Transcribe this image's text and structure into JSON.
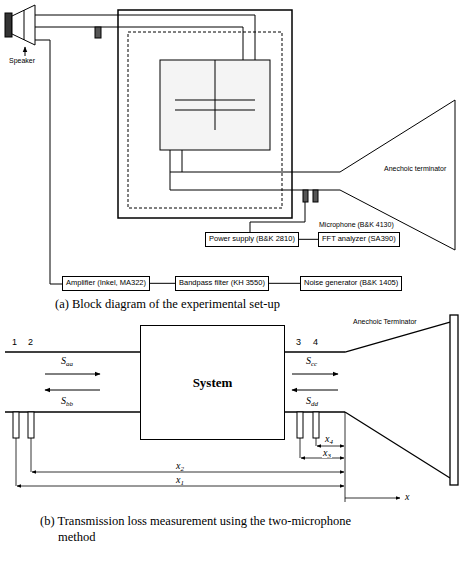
{
  "diagram": {
    "nodes": [
      {
        "text": [
          "Power supply (B&K 2810)"
        ]
      },
      {
        "text": [
          "FFT analyzer (SA390)"
        ]
      },
      {
        "text": [
          "Amplifier (Inkel, MA322)"
        ]
      },
      {
        "text": [
          "Bandpass filter (KH 3550)"
        ]
      },
      {
        "text": [
          "Noise generator (B&K 1405)"
        ]
      },
      {
        "text": [
          "System"
        ]
      }
    ],
    "edges": [
      {
        "from": 0,
        "to": 1,
        "arrow": "none"
      },
      {
        "from": 4,
        "to": 3,
        "arrow": "none"
      },
      {
        "from": 3,
        "to": 2,
        "arrow": "none"
      }
    ],
    "labels": [
      "Speaker",
      "Anechoic terminator",
      "Microphone (B&K 4130)",
      "(a) Block diagram of the experimental set-up",
      "1",
      "2",
      "3",
      "4",
      "Saa",
      "Sbb",
      "Scc",
      "Sdd",
      "Anechoic Terminator",
      "x1",
      "x2",
      "x3",
      "x4",
      "x",
      "(b) Transmission loss measurement using the two-microphone method"
    ]
  }
}
